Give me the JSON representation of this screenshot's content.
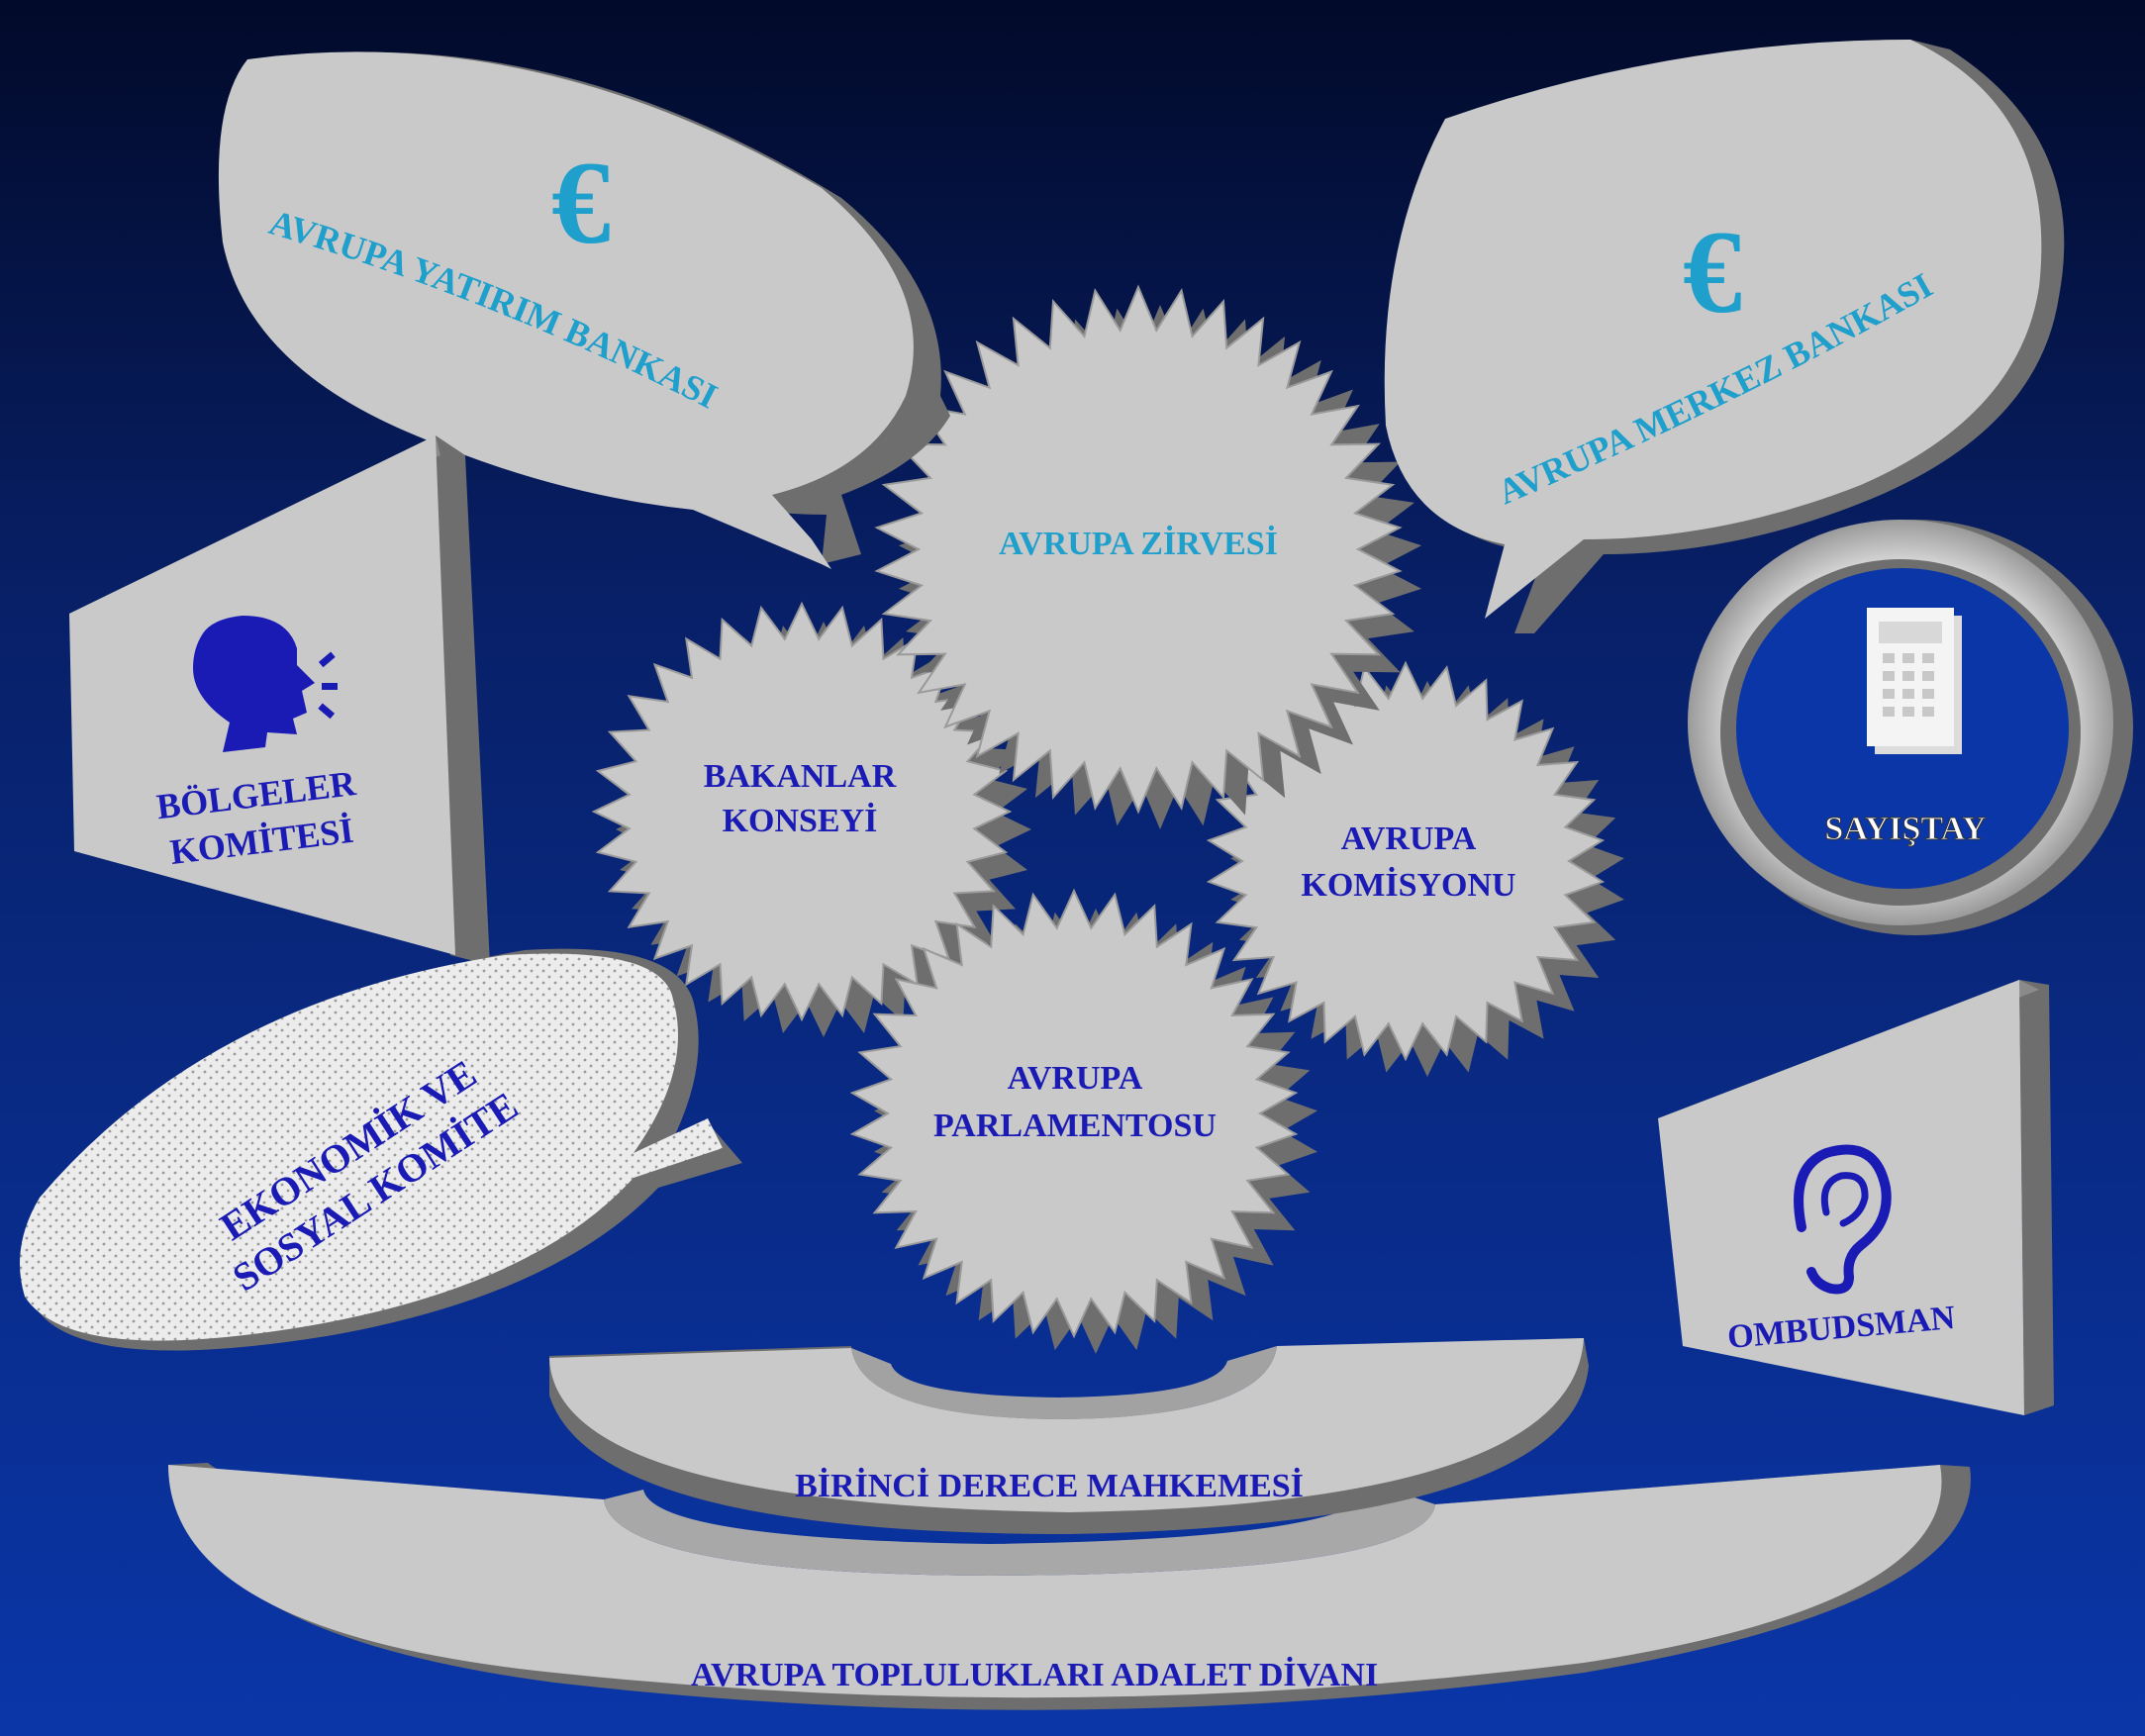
{
  "colors": {
    "background_top": "#020a2a",
    "background_bottom": "#0a36a8",
    "shape_face": "#c9c9c9",
    "shape_side": "#6e6e6e",
    "label_blue": "#1a1ab4",
    "label_cyan": "#1e9fcc"
  },
  "icons": {
    "euro": "euro-icon",
    "speaker": "speaking-head-icon",
    "calculator": "calculator-icon",
    "ear": "ear-icon"
  },
  "institutions": {
    "yatirim_bankasi": {
      "label": "AVRUPA YATIRIM BANKASI",
      "symbol": "€"
    },
    "merkez_bankasi": {
      "label": "AVRUPA MERKEZ BANKASI",
      "symbol": "€"
    },
    "zirve": {
      "label": "AVRUPA ZİRVESİ"
    },
    "bakanlar": {
      "line1": "BAKANLAR",
      "line2": "KONSEYİ"
    },
    "komisyon": {
      "line1": "AVRUPA",
      "line2": "KOMİSYONU"
    },
    "parlamento": {
      "line1": "AVRUPA",
      "line2": "PARLAMENTOSU"
    },
    "bolgeler": {
      "line1": "BÖLGELER",
      "line2": "KOMİTESİ"
    },
    "ekonomik": {
      "line1": "EKONOMİK VE",
      "line2": "SOSYAL KOMİTE"
    },
    "sayistay": {
      "label": "SAYIŞTAY"
    },
    "ombudsman": {
      "label": "OMBUDSMAN"
    },
    "birinci_derece": {
      "label": "BİRİNCİ DERECE MAHKEMESİ"
    },
    "adalet_divani": {
      "label": "AVRUPA TOPLULUKLARI ADALET DİVANI"
    }
  }
}
